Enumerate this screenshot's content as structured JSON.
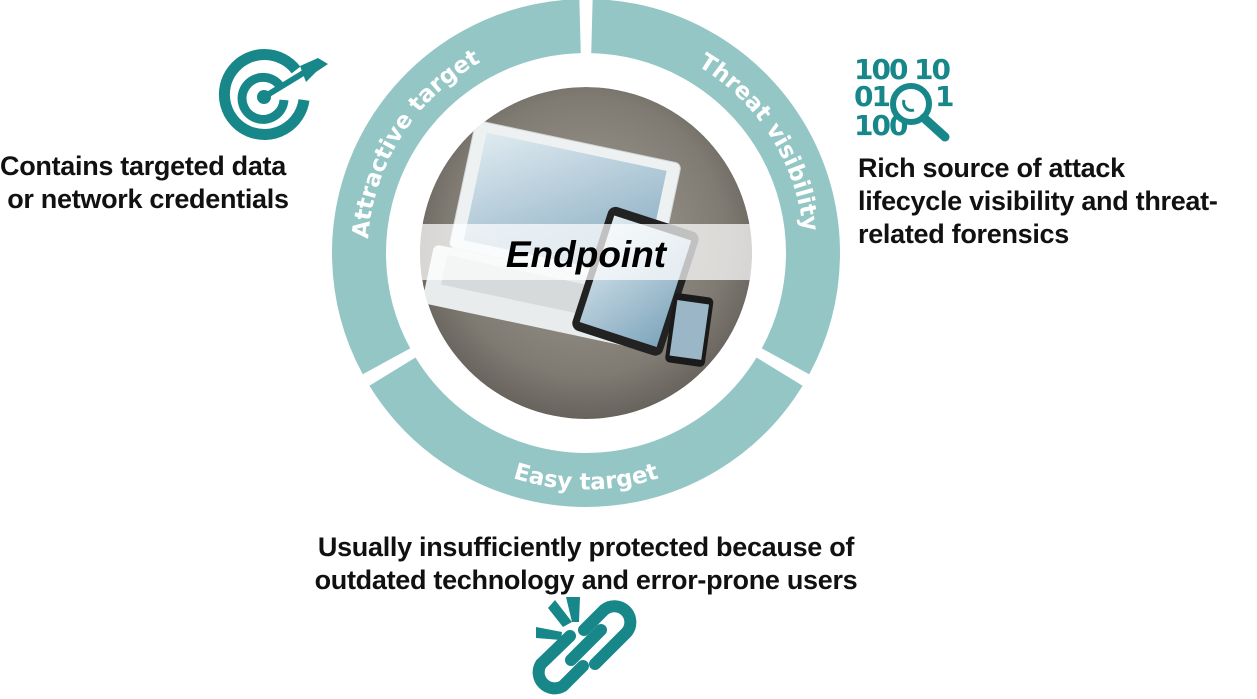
{
  "colors": {
    "ring": "#93c6c5",
    "icon": "#17878a",
    "text": "#111111"
  },
  "center": {
    "label": "Endpoint"
  },
  "ring_segments": [
    {
      "label": "Attractive  target"
    },
    {
      "label": "Threat visibility"
    },
    {
      "label": "Easy target"
    }
  ],
  "callouts": {
    "left": {
      "icon": "target-icon",
      "lines": [
        "Contains targeted data",
        " or network credentials"
      ]
    },
    "right": {
      "icon": "binary-search-icon",
      "lines": [
        "Rich source of attack",
        "lifecycle visibility and threat-",
        "related forensics"
      ]
    },
    "bottom": {
      "icon": "broken-link-icon",
      "lines": [
        "Usually insufficiently protected because of",
        "outdated technology and error-prone users"
      ]
    }
  }
}
